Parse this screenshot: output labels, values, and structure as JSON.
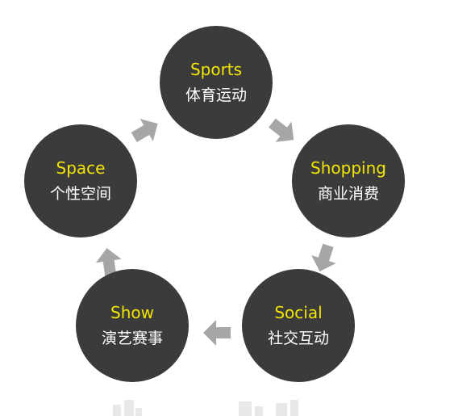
{
  "diagram": {
    "nodes": [
      {
        "id": "sports",
        "en": "Sports",
        "zh": "体育运动"
      },
      {
        "id": "shopping",
        "en": "Shopping",
        "zh": "商业消费"
      },
      {
        "id": "social",
        "en": "Social",
        "zh": "社交互动"
      },
      {
        "id": "show",
        "en": "Show",
        "zh": "演艺赛事"
      },
      {
        "id": "space",
        "en": "Space",
        "zh": "个性空间"
      }
    ],
    "colors": {
      "circle": "#3b3b3b",
      "english_text": "#f2e600",
      "chinese_text": "#ffffff",
      "arrow": "#a6a6a6",
      "background": "#ffffff"
    },
    "flow": [
      "sports",
      "shopping",
      "social",
      "show",
      "space",
      "sports"
    ]
  }
}
